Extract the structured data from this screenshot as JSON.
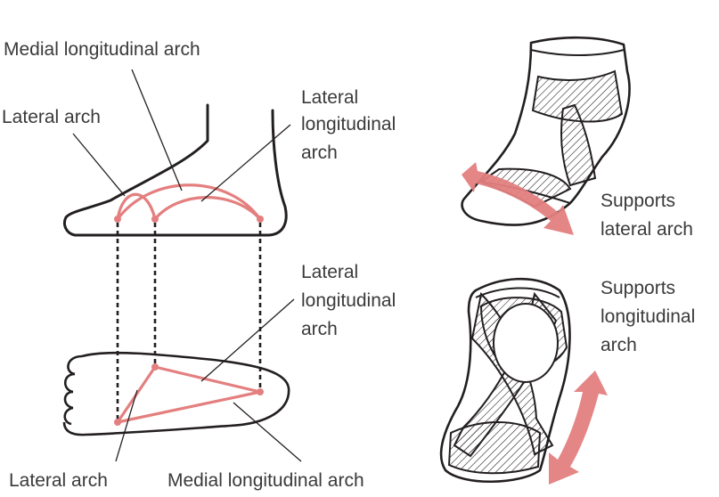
{
  "colors": {
    "arch": "#e47f7f",
    "outline": "#231f20",
    "label": "#3a3a3a",
    "hatch": "#231f20"
  },
  "icons": [
    "foot-side-view",
    "foot-sole-view",
    "sock-side-view",
    "sock-sole-view",
    "double-arrow"
  ],
  "labels": {
    "side_medial_longitudinal": "Medial longitudinal arch",
    "side_lateral_arch": "Lateral arch",
    "side_lateral_longitudinal_1": "Lateral",
    "side_lateral_longitudinal_2": "longitudinal",
    "side_lateral_longitudinal_3": "arch",
    "sole_lateral_longitudinal_1": "Lateral",
    "sole_lateral_longitudinal_2": "longitudinal",
    "sole_lateral_longitudinal_3": "arch",
    "sole_lateral_arch": "Lateral arch",
    "sole_medial_longitudinal": "Medial longitudinal arch",
    "sock_top_supports_1": "Supports",
    "sock_top_supports_2": "lateral arch",
    "sock_bottom_supports_1": "Supports",
    "sock_bottom_supports_2": "longitudinal",
    "sock_bottom_supports_3": "arch"
  }
}
